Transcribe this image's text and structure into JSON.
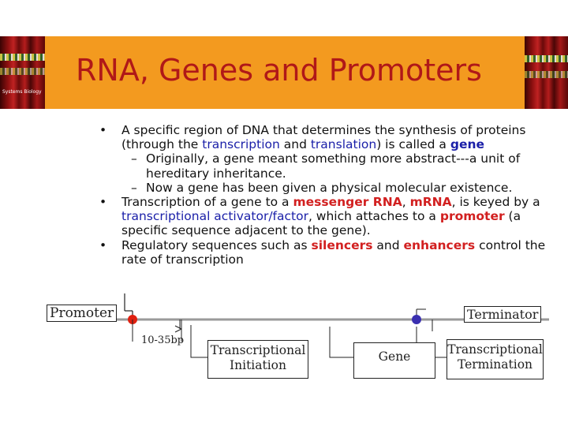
{
  "title": "RNA, Genes and Promoters",
  "logo_caption": "Systems Biology",
  "bullets": [
    {
      "parts": [
        {
          "t": "A specific region of DNA that determines the synthesis of proteins (through the ",
          "s": ""
        },
        {
          "t": "transcription",
          "s": "blue"
        },
        {
          "t": " and ",
          "s": ""
        },
        {
          "t": "translation",
          "s": "blue"
        },
        {
          "t": ") is called a ",
          "s": ""
        },
        {
          "t": "gene",
          "s": "bluebold"
        }
      ],
      "subs": [
        "Originally, a gene meant something more abstract---a unit of hereditary inheritance.",
        "Now a gene has been given a physical molecular existence."
      ]
    },
    {
      "parts": [
        {
          "t": "Transcription of a gene to a ",
          "s": ""
        },
        {
          "t": "messenger RNA",
          "s": "red"
        },
        {
          "t": ", ",
          "s": ""
        },
        {
          "t": "mRNA",
          "s": "red"
        },
        {
          "t": ", is keyed by a ",
          "s": ""
        },
        {
          "t": "transcriptional activator/factor",
          "s": "blue"
        },
        {
          "t": ", which attaches to a ",
          "s": ""
        },
        {
          "t": "promoter",
          "s": "red"
        },
        {
          "t": " (a specific sequence adjacent to the gene).",
          "s": ""
        }
      ],
      "subs": []
    },
    {
      "parts": [
        {
          "t": "Regulatory sequences such as ",
          "s": ""
        },
        {
          "t": "silencers",
          "s": "red"
        },
        {
          "t": " and ",
          "s": ""
        },
        {
          "t": "enhancers",
          "s": "red"
        },
        {
          "t": " control the rate of transcription",
          "s": ""
        }
      ],
      "subs": []
    }
  ],
  "diagram": {
    "promoter_label": "Promoter",
    "terminator_label": "Terminator",
    "spacer_label": "10-35bp",
    "box_initiation": "Transcriptional Initiation",
    "box_gene": "Gene",
    "box_termination": "Transcriptional Termination"
  },
  "colors": {
    "banner": "#f39a1f",
    "title": "#b01818",
    "promoter_dot": "#e02010",
    "terminator_dot": "#3a2fb0",
    "dna_line": "#9a9a9a"
  }
}
